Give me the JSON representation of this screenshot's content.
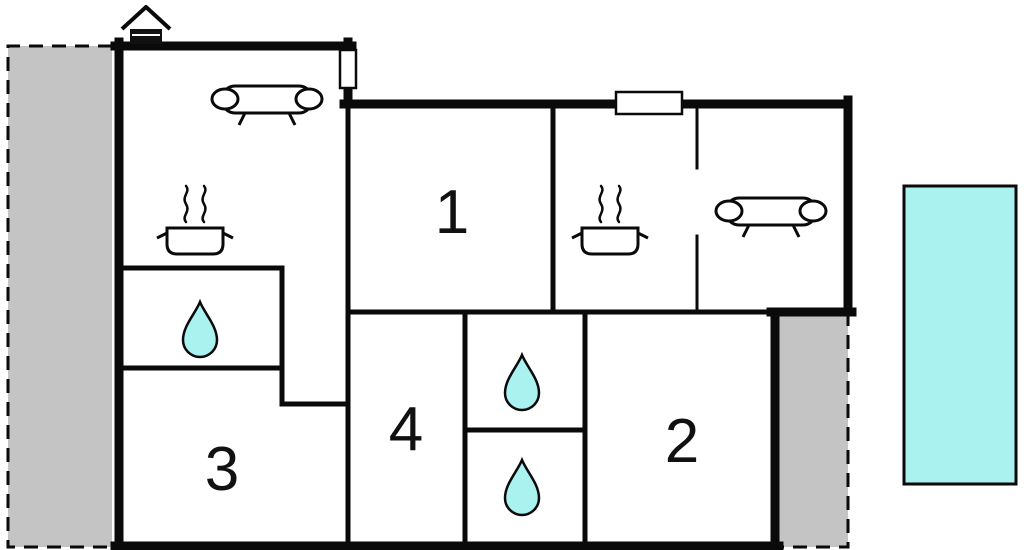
{
  "colors": {
    "wall": "#0a0a0a",
    "terrace_fill": "#c4c4c4",
    "water_fill": "#a9f2f0",
    "background": "#ffffff"
  },
  "rooms": [
    {
      "name": "room-1",
      "label": "1"
    },
    {
      "name": "room-2",
      "label": "2"
    },
    {
      "name": "room-3",
      "label": "3"
    },
    {
      "name": "room-4",
      "label": "4"
    }
  ],
  "icons": {
    "chimney": "chimney-icon",
    "sofa": "sofa-icon",
    "stove": "stove-icon",
    "water_drop": "water-drop-icon",
    "window": "window-icon"
  },
  "areas": {
    "terrace_left": "terrace",
    "terrace_right": "terrace",
    "pool": "pool"
  }
}
